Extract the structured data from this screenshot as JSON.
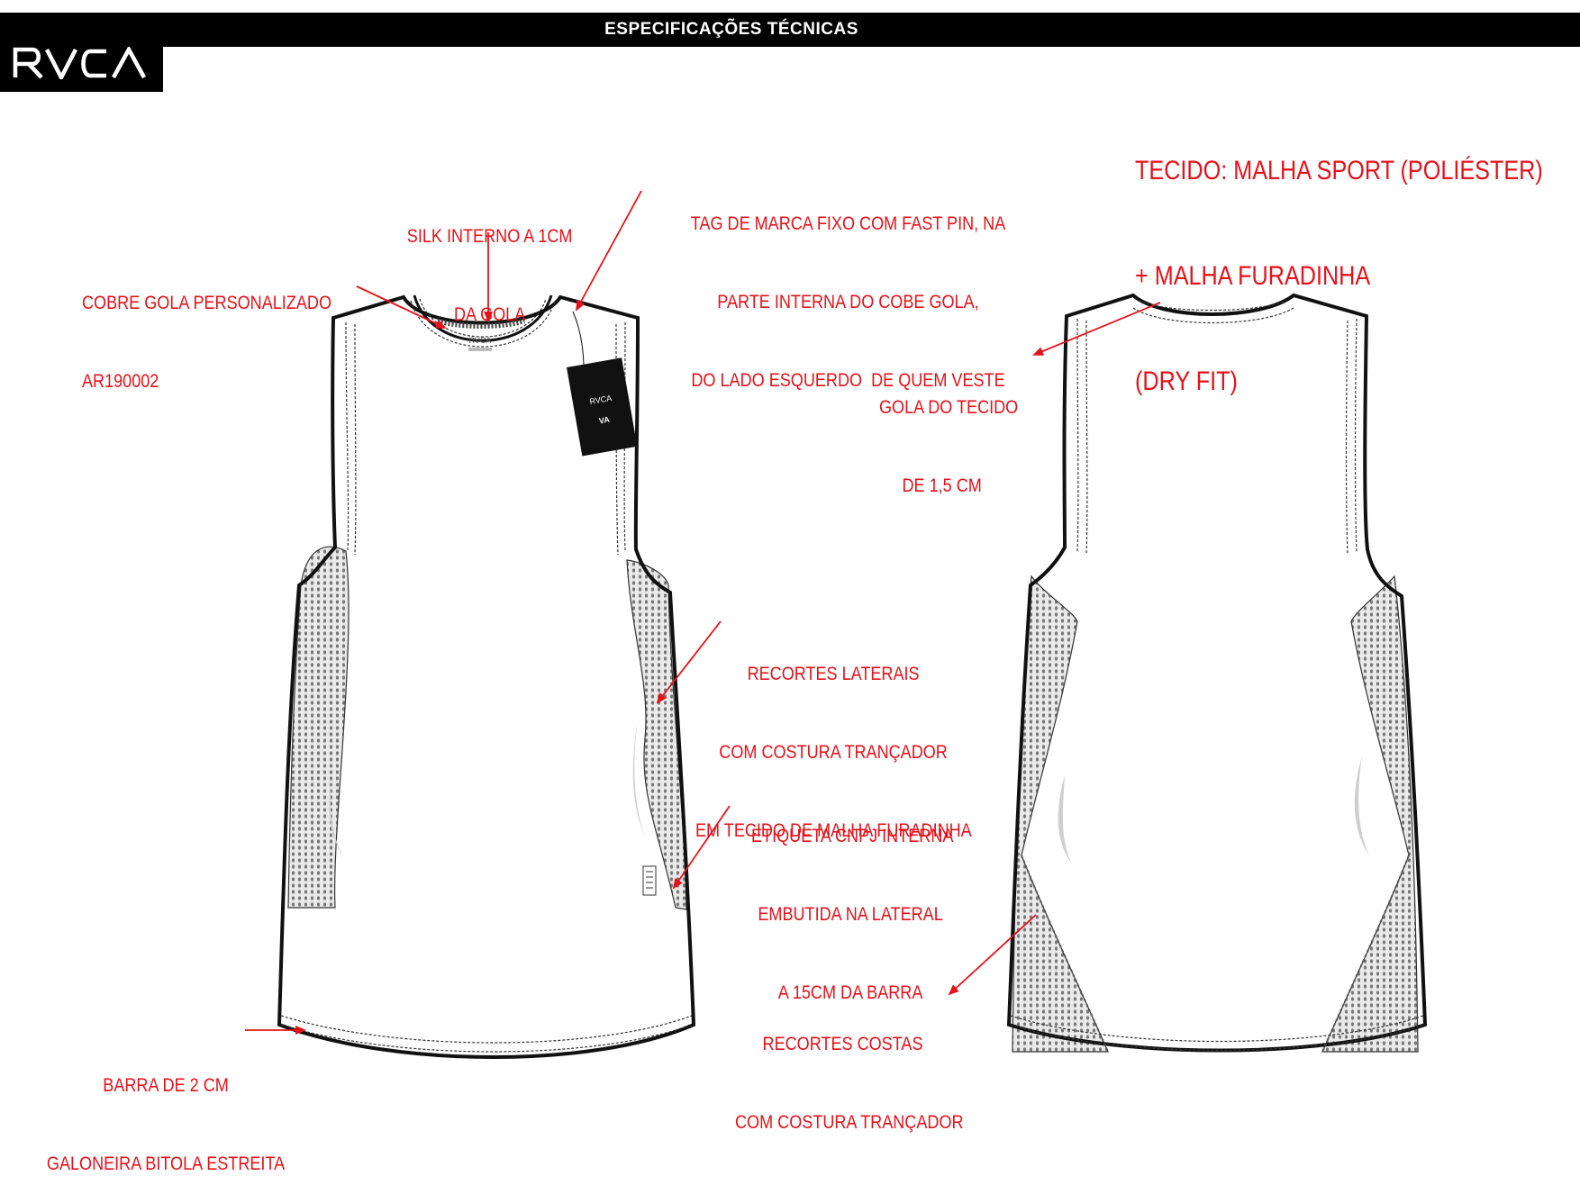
{
  "header": {
    "brand": "RVCA",
    "title": "ESPECIFICAÇÕES TÉCNICAS"
  },
  "fabric": {
    "line1": "TECIDO: MALHA SPORT (POLIÉSTER)",
    "line2": "+ MALHA FURADINHA",
    "line3": "(DRY FIT)"
  },
  "front_notes": {
    "silk": [
      "SILK INTERNO A 1CM",
      "DA GOLA"
    ],
    "tag": [
      "TAG DE MARCA FIXO COM FAST PIN, NA",
      "PARTE INTERNA DO COBE GOLA,",
      "DO LADO ESQUERDO  DE QUEM VESTE"
    ],
    "collar_cover": [
      "COBRE GOLA PERSONALIZADO",
      "AR190002"
    ],
    "side_panels": [
      "RECORTES LATERAIS",
      "COM COSTURA TRANÇADOR",
      "EM TECIDO DE MALHA FURADINHA"
    ],
    "label": [
      "ETIQUETA CNPJ INTERNA",
      "EMBUTIDA NA LATERAL",
      "A 15CM DA BARRA"
    ],
    "hem": [
      "BARRA DE 2 CM",
      "GALONEIRA BITOLA ESTREITA"
    ]
  },
  "back_notes": {
    "collar": [
      "GOLA DO TECIDO",
      "DE 1,5 CM"
    ],
    "back_panels": [
      "RECORTES COSTAS",
      "COM COSTURA TRANÇADOR"
    ]
  },
  "hang_tag": {
    "brand": "RVCA",
    "mark": "VA"
  },
  "neck_print": "RVCA",
  "colors": {
    "annotation": "#e3121b",
    "outline": "#111111",
    "mesh": "#d9d9d9"
  }
}
